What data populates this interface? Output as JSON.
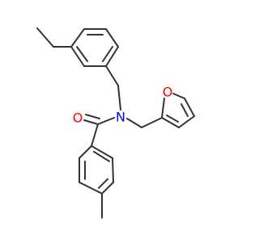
{
  "molecule": {
    "atoms": {
      "carbonyl_oxygen": "O",
      "amide_nitrogen": "N",
      "furan_oxygen": "O"
    },
    "colors": {
      "bond": "#333333",
      "oxygen": "#ff0000",
      "nitrogen": "#0000ff",
      "background": "#ffffff"
    }
  }
}
